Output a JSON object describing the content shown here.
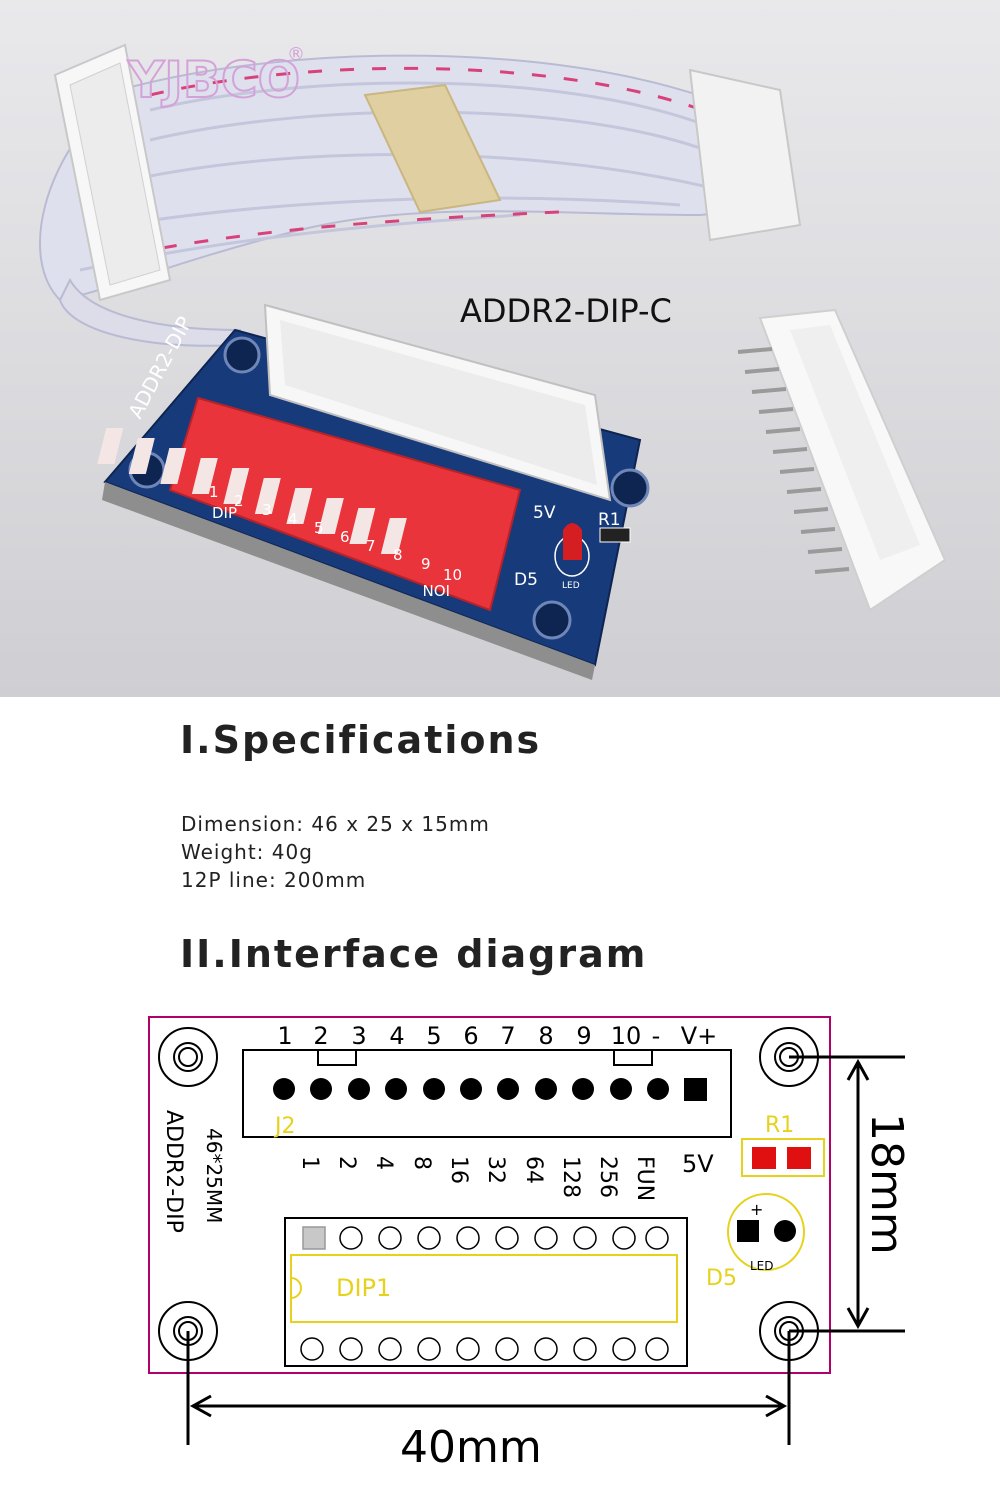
{
  "photo": {
    "watermark": "YJBCO",
    "watermark_mark": "®",
    "caption": "ADDR2-DIP-C",
    "board_label": "ADDR2-DIP",
    "switch_numbers": [
      "1",
      "2",
      "3",
      "4",
      "5",
      "6",
      "7",
      "8",
      "9",
      "10"
    ],
    "switch_dip": "DIP",
    "switch_on": "ION",
    "pcb_5v": "5V",
    "pcb_r1": "R1",
    "pcb_d5": "D5",
    "pcb_led": "LED"
  },
  "specifications": {
    "heading": "I.Specifications",
    "lines": [
      "Dimension: 46 x 25 x 15mm",
      "Weight: 40g",
      "12P  line: 200mm"
    ]
  },
  "interface": {
    "heading": "II.Interface diagram",
    "pin_labels": [
      "1",
      "2",
      "3",
      "4",
      "5",
      "6",
      "7",
      "8",
      "9",
      "10",
      "-",
      "V+"
    ],
    "j2": "J2",
    "dip_values": [
      "1",
      "2",
      "4",
      "8",
      "16",
      "32",
      "64",
      "128",
      "256",
      "FUN"
    ],
    "v5": "5V",
    "r1": "R1",
    "d5": "D5",
    "led": "LED",
    "led_plus": "+",
    "dip1": "DIP1",
    "board_name": "ADDR2-DIP",
    "board_size": "46*25MM",
    "dim_height": "18mm",
    "dim_width": "40mm"
  },
  "colors": {
    "pcb_blue": "#173a7a",
    "switch_red": "#e8343a",
    "silk_yellow": "#e6d21c",
    "outline_magenta": "#b0006a",
    "r1_red": "#e01010"
  }
}
